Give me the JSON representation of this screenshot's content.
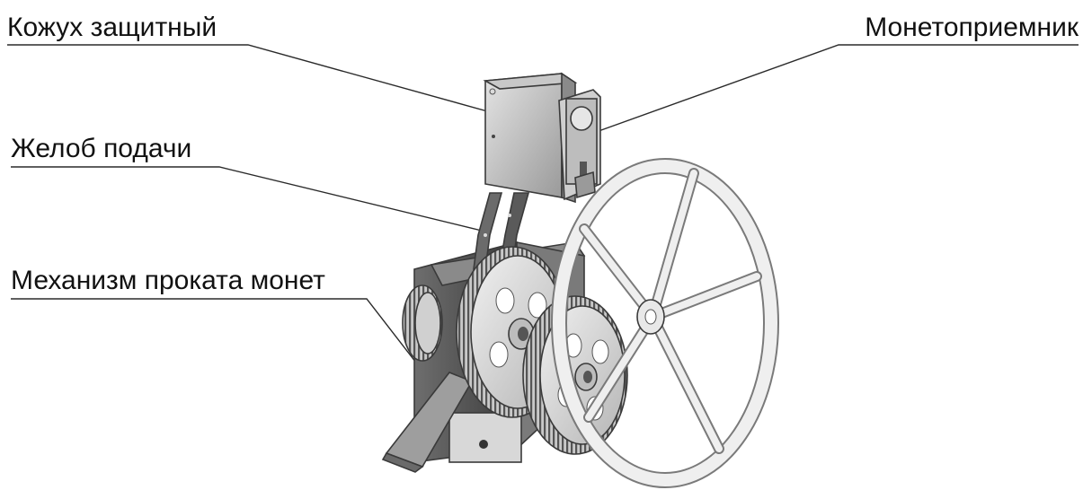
{
  "labels": {
    "cover": "Кожух защитный",
    "coin_acceptor": "Монетоприемник",
    "chute": "Желоб подачи",
    "mechanism": "Механизм проката монет"
  }
}
